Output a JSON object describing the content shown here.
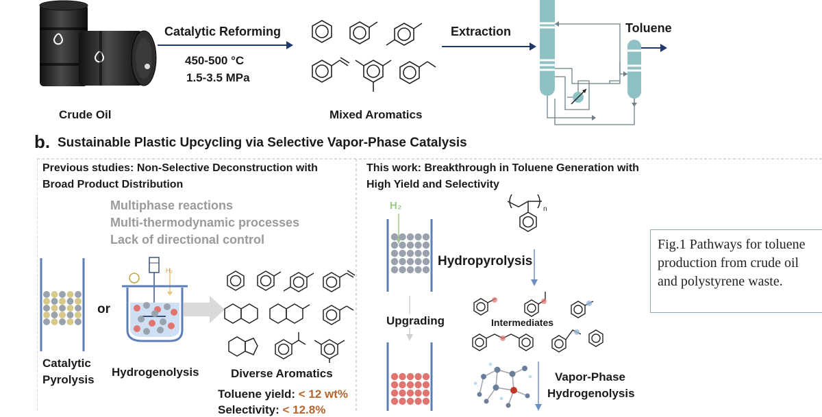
{
  "panel_a": {
    "crude_oil_label": "Crude Oil",
    "reforming_title": "Catalytic Reforming",
    "temperature": "450-500 °C",
    "pressure": "1.5-3.5 MPa",
    "mixed_aromatics_label": "Mixed Aromatics",
    "extraction_label": "Extraction",
    "toluene_label": "Toluene"
  },
  "panel_b": {
    "letter": "b.",
    "title": "Sustainable Plastic Upcycling via Selective Vapor-Phase Catalysis",
    "left": {
      "heading_line1": "Previous studies: Non-Selective Deconstruction with",
      "heading_line2": "Broad Product Distribution",
      "issues": [
        "Multiphase reactions",
        "Multi-thermodynamic processes",
        "Lack of directional control"
      ],
      "or_label": "or",
      "pyrolysis_line1": "Catalytic",
      "pyrolysis_line2": "Pyrolysis",
      "hydrogenolysis_label": "Hydrogenolysis",
      "h2_small": "H₂",
      "diverse_label": "Diverse Aromatics",
      "yield_label": "Toluene yield: ",
      "yield_value": "< 12 wt%",
      "selectivity_label": "Selectivity: ",
      "selectivity_value": "< 12.8%"
    },
    "right": {
      "heading_line1": "This work: Breakthrough in Toluene Generation with",
      "heading_line2": "High Yield and Selectivity",
      "h2_label": "H₂",
      "polymer_subscript": "n",
      "hydropyrolysis_label": "Hydropyrolysis",
      "upgrading_label": "Upgrading",
      "intermediates_label": "Intermediates",
      "vapor_line1": "Vapor-Phase",
      "vapor_line2": "Hydrogenolysis"
    }
  },
  "caption": "Fig.1 Pathways for toluene production from crude oil and polystyrene waste.",
  "colors": {
    "arrow": "#1f3a68",
    "column": "#8fc1c4",
    "reactor_wall": "#5b7fb5",
    "grey_bead": "#9aa2ad",
    "yellow_bead": "#d7c98a",
    "red_bead": "#e07470",
    "highlight": "#b5652d"
  }
}
